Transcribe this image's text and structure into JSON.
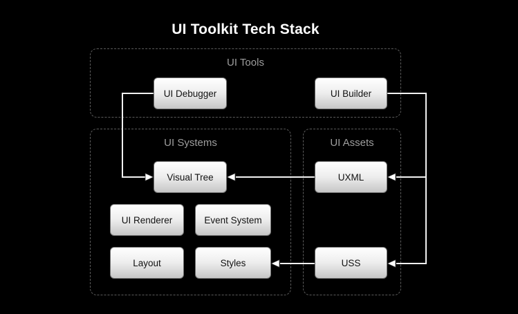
{
  "title": "UI Toolkit Tech Stack",
  "groups": [
    {
      "id": "ui-tools",
      "label": "UI Tools"
    },
    {
      "id": "ui-systems",
      "label": "UI Systems"
    },
    {
      "id": "ui-assets",
      "label": "UI Assets"
    }
  ],
  "nodes": {
    "ui_debugger": "UI Debugger",
    "ui_builder": "UI Builder",
    "visual_tree": "Visual Tree",
    "uxml": "UXML",
    "ui_renderer": "UI Renderer",
    "event_system": "Event System",
    "layout": "Layout",
    "styles": "Styles",
    "uss": "USS"
  },
  "edges": [
    {
      "from": "UI Debugger",
      "to": "Visual Tree"
    },
    {
      "from": "UI Builder",
      "to": "UXML"
    },
    {
      "from": "UI Builder",
      "to": "USS"
    },
    {
      "from": "UXML",
      "to": "Visual Tree"
    },
    {
      "from": "USS",
      "to": "Styles"
    }
  ],
  "colors": {
    "background": "#000000",
    "title_text": "#ffffff",
    "group_border": "#5c5c5c",
    "group_label": "#9e9e9e",
    "node_gradient_top": "#ffffff",
    "node_gradient_bottom": "#c6c6c6",
    "node_border": "#707070",
    "node_text": "#111111",
    "connector": "#f2f2f2"
  }
}
